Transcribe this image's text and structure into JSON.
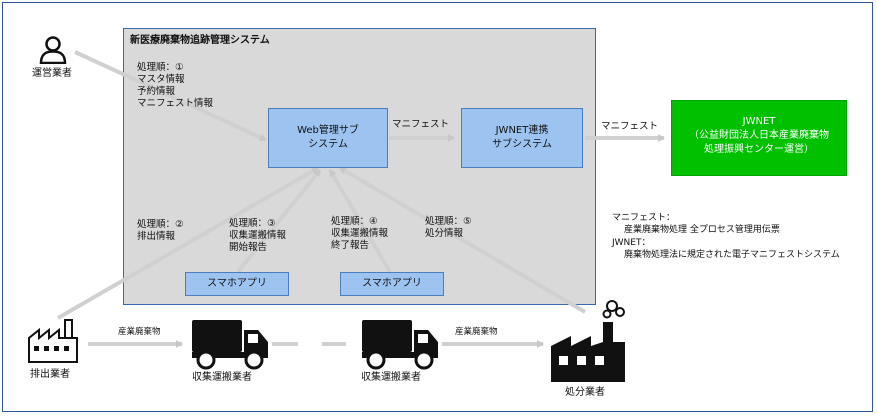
{
  "system": {
    "title": "新医療廃棄物追跡管理システム"
  },
  "web_subsystem": {
    "label": "Web管理サブ\nシステム"
  },
  "jwnet_subsystem": {
    "label": "JWNET連携\nサブシステム"
  },
  "jwnet_external": {
    "label": "JWNET\n（公益財団法人日本産業廃棄物\n処理振興センター運営）"
  },
  "smartphone_app": {
    "label": "スマホアプリ"
  },
  "flows": {
    "manifest": "マニフェスト",
    "industrial_waste": "産業廃棄物"
  },
  "actors": {
    "operator": "運営業者",
    "emitter": "排出業者",
    "collector": "収集運搬業者",
    "disposer": "処分業者"
  },
  "steps": {
    "step1": "処理順：①\nマスタ情報\n予約情報\nマニフェスト情報",
    "step2": "処理順：②\n排出情報",
    "step3": "処理順：③\n収集運搬情報\n開始報告",
    "step4": "処理順：④\n収集運搬情報\n終了報告",
    "step5": "処理順：⑤\n処分情報"
  },
  "glossary": {
    "manifest_term": "マニフェスト：",
    "manifest_desc": "産業廃棄物処理 全プロセス管理用伝票",
    "jwnet_term": "JWNET：",
    "jwnet_desc": "廃棄物処理法に規定された電子マニフェストシステム"
  },
  "colors": {
    "system_bg": "#d9d9d9",
    "subsystem_bg": "#9dc3f0",
    "jwnet_bg": "#00c000",
    "arrow": "#c8c8c8"
  },
  "icons": [
    "person-icon",
    "factory-icon",
    "truck-icon",
    "disposal-plant-icon"
  ]
}
